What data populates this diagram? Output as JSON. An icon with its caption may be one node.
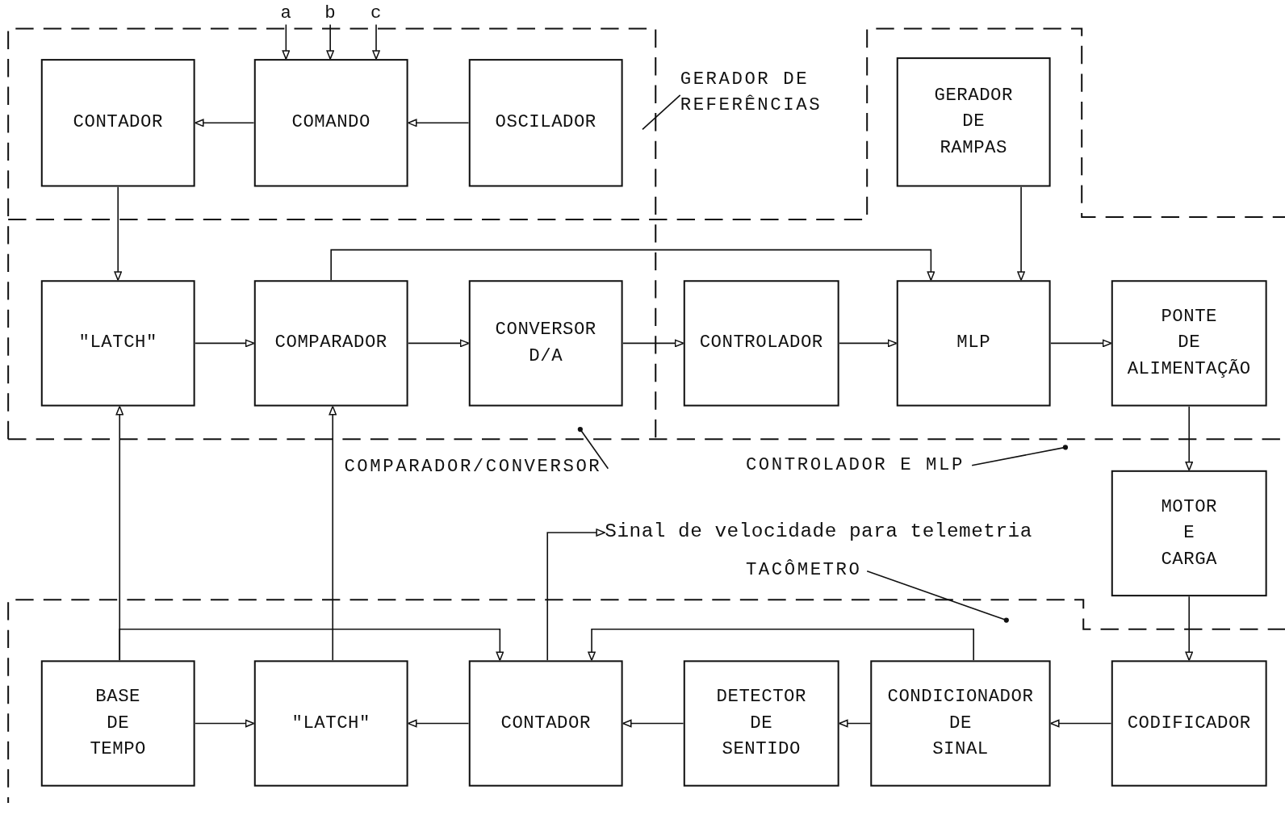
{
  "diagram": {
    "nodes": [
      {
        "text": [
          "CONTADOR"
        ]
      },
      {
        "text": [
          "COMANDO"
        ]
      },
      {
        "text": [
          "OSCILADOR"
        ]
      },
      {
        "text": [
          "GERADOR DE RAMPAS"
        ]
      },
      {
        "text": [
          "\"LATCH\""
        ]
      },
      {
        "text": [
          "COMPARADOR"
        ]
      },
      {
        "text": [
          "CONVERSOR D/A"
        ]
      },
      {
        "text": [
          "CONTROLADOR"
        ]
      },
      {
        "text": [
          "MLP"
        ]
      },
      {
        "text": [
          "PONTE DE ALIMENTAÇÃO"
        ]
      },
      {
        "text": [
          "MOTOR E CARGA"
        ]
      },
      {
        "text": [
          "BASE DE TEMPO"
        ]
      },
      {
        "text": [
          "\"LATCH\""
        ]
      },
      {
        "text": [
          "CONTADOR"
        ]
      },
      {
        "text": [
          "DETECTOR DE SENTIDO"
        ]
      },
      {
        "text": [
          "CONDICIONADOR DE SINAL"
        ]
      },
      {
        "text": [
          "CODIFICADOR"
        ]
      },
      {
        "text": [
          "a"
        ]
      },
      {
        "text": [
          "b"
        ]
      },
      {
        "text": [
          "c"
        ]
      },
      {
        "text": [
          "Sinal de velocidade para telemetria"
        ]
      },
      {
        "text": [
          "GERADOR DE REFERÊNCIAS"
        ]
      },
      {
        "text": [
          "COMPARADOR/CONVERSOR"
        ]
      },
      {
        "text": [
          "CONTROLADOR E MLP"
        ]
      },
      {
        "text": [
          "TACÔMETRO"
        ]
      }
    ],
    "edges": [
      {
        "from": 17,
        "to": 1,
        "arrow": "to"
      },
      {
        "from": 18,
        "to": 1,
        "arrow": "to"
      },
      {
        "from": 19,
        "to": 1,
        "arrow": "to"
      },
      {
        "from": 1,
        "to": 0,
        "arrow": "to"
      },
      {
        "from": 2,
        "to": 1,
        "arrow": "to"
      },
      {
        "from": 0,
        "to": 4,
        "arrow": "to"
      },
      {
        "from": 3,
        "to": 8,
        "arrow": "to"
      },
      {
        "from": 4,
        "to": 5,
        "arrow": "to"
      },
      {
        "from": 5,
        "to": 6,
        "arrow": "to"
      },
      {
        "from": 6,
        "to": 7,
        "arrow": "to"
      },
      {
        "from": 7,
        "to": 8,
        "arrow": "to"
      },
      {
        "from": 8,
        "to": 9,
        "arrow": "to"
      },
      {
        "from": 5,
        "to": 8,
        "arrow": "to"
      },
      {
        "from": 9,
        "to": 10,
        "arrow": "to"
      },
      {
        "from": 10,
        "to": 16,
        "arrow": "to"
      },
      {
        "from": 16,
        "to": 15,
        "arrow": "to"
      },
      {
        "from": 15,
        "to": 14,
        "arrow": "to"
      },
      {
        "from": 14,
        "to": 13,
        "arrow": "to"
      },
      {
        "from": 13,
        "to": 12,
        "arrow": "to"
      },
      {
        "from": 11,
        "to": 12,
        "arrow": "to"
      },
      {
        "from": 11,
        "to": 4,
        "arrow": "to"
      },
      {
        "from": 12,
        "to": 5,
        "arrow": "to"
      },
      {
        "from": 11,
        "to": 13,
        "arrow": "to"
      },
      {
        "from": 15,
        "to": 13,
        "arrow": "to"
      },
      {
        "from": 13,
        "to": 20,
        "arrow": "to"
      },
      {
        "from": 21,
        "to": null,
        "arrow": "none"
      },
      {
        "from": 22,
        "to": null,
        "arrow": "other"
      },
      {
        "from": 23,
        "to": null,
        "arrow": "other"
      },
      {
        "from": 24,
        "to": null,
        "arrow": "other"
      }
    ]
  }
}
